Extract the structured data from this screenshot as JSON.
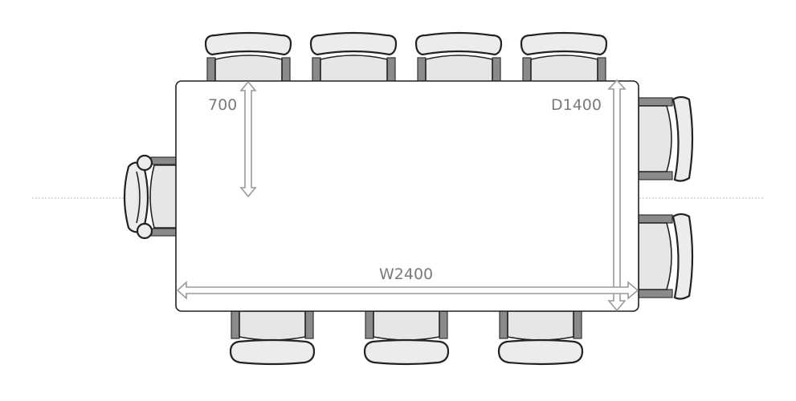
{
  "diagram": {
    "type": "furniture-floor-plan",
    "dimensions": {
      "width_label": "W2400",
      "depth_label": "D1400",
      "chair_offset_label": "700"
    },
    "chairs": {
      "top_side": 4,
      "bottom_side": 3,
      "right_side": 2,
      "left_head": 1
    },
    "colors": {
      "outline": "#222222",
      "chair_fill": "#e6e6e6",
      "armrest": "#8a8a8a",
      "dimension_text": "#7a7a7a",
      "dimension_arrow": "#9a9a9a"
    }
  }
}
